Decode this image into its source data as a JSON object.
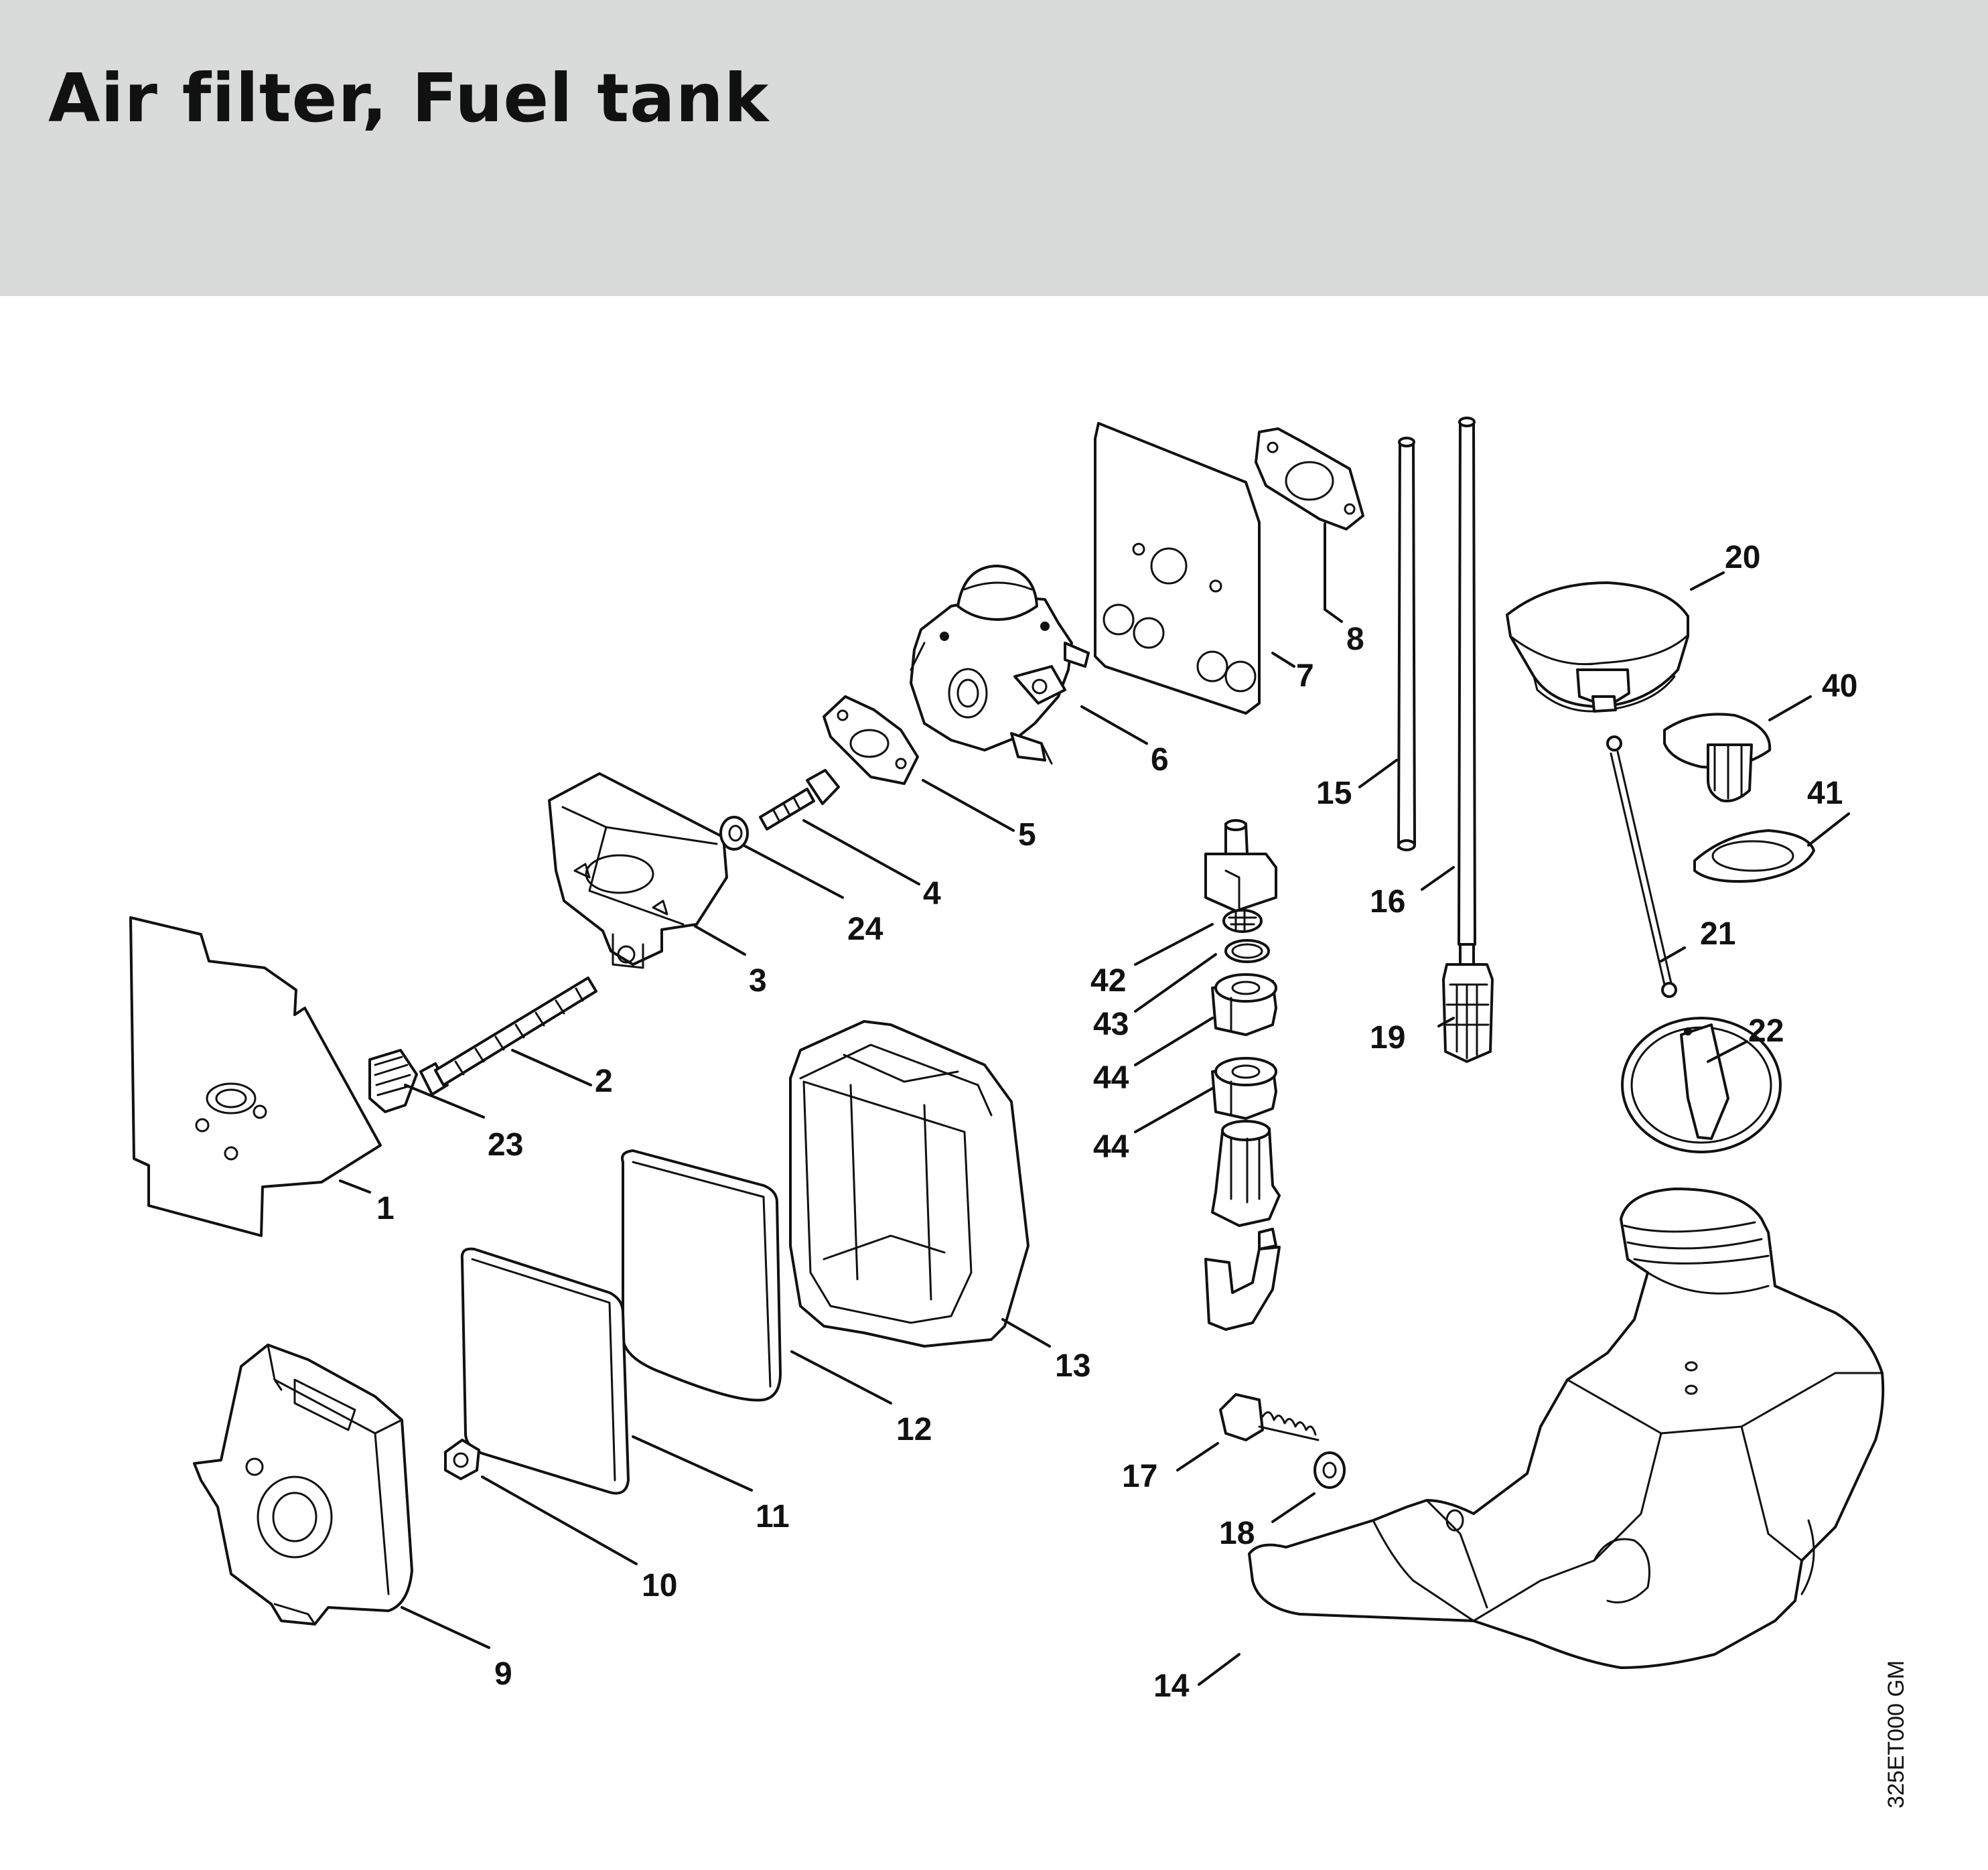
{
  "title": "Air filter, Fuel tank",
  "drawing_code": "325ET000 GM",
  "callouts": {
    "c1": "1",
    "c2": "2",
    "c3": "3",
    "c4": "4",
    "c5": "5",
    "c6": "6",
    "c7": "7",
    "c8": "8",
    "c9": "9",
    "c10": "10",
    "c11": "11",
    "c12": "12",
    "c13": "13",
    "c14": "14",
    "c15": "15",
    "c16": "16",
    "c17": "17",
    "c18": "18",
    "c19": "19",
    "c20": "20",
    "c21": "21",
    "c22": "22",
    "c23": "23",
    "c24": "24",
    "c40": "40",
    "c41": "41",
    "c42": "42",
    "c43": "43",
    "c44a": "44",
    "c44b": "44"
  }
}
